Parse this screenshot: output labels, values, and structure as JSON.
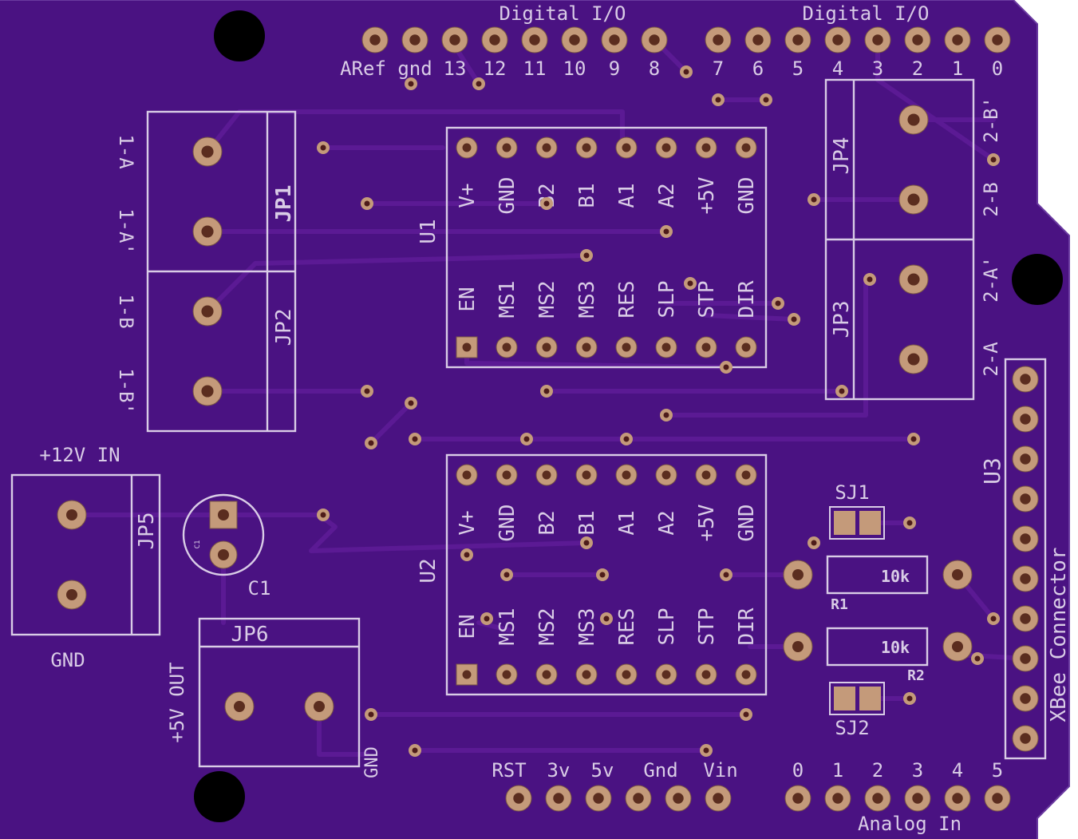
{
  "headers": {
    "digital_left": "Digital I/O",
    "digital_right": "Digital I/O",
    "digital_pins_left": [
      "ARef",
      "gnd",
      "13",
      "12",
      "11",
      "10",
      "9",
      "8"
    ],
    "digital_pins_right": [
      "7",
      "6",
      "5",
      "4",
      "3",
      "2",
      "1",
      "0"
    ],
    "power_pins": [
      "RST",
      "3v",
      "5v",
      "Gnd",
      "Vin"
    ],
    "analog_pins": [
      "0",
      "1",
      "2",
      "3",
      "4",
      "5"
    ],
    "analog_label": "Analog In"
  },
  "terminals": {
    "jp1": "JP1",
    "jp2": "JP2",
    "jp3": "JP3",
    "jp4": "JP4",
    "jp5": "JP5",
    "jp6": "JP6",
    "motor1_labels": [
      "1-A",
      "1-A'",
      "1-B",
      "1-B'"
    ],
    "motor2_labels": [
      "2-B'",
      "2-B",
      "2-A'",
      "2-A"
    ],
    "power_in": "+12V IN",
    "gnd_label": "GND",
    "power_out": "+5V OUT",
    "jp6_gnd": "GND"
  },
  "drivers": {
    "u1": "U1",
    "u2": "U2",
    "top_pins": [
      "V+",
      "GND",
      "B2",
      "B1",
      "A1",
      "A2",
      "+5V",
      "GND"
    ],
    "bottom_pins": [
      "EN",
      "MS1",
      "MS2",
      "MS3",
      "RES",
      "SLP",
      "STP",
      "DIR"
    ]
  },
  "parts": {
    "c1": "C1",
    "c1_mark": "C1",
    "r1": "R1",
    "r2": "R2",
    "r1_value": "10k",
    "r2_value": "10k",
    "sj1": "SJ1",
    "sj2": "SJ2",
    "u3": "U3",
    "xbee": "XBee Connector"
  },
  "colors": {
    "board": "#4a1282",
    "trace": "#5b1a94",
    "silkscreen": "#d9cce6",
    "pad": "#c49a7a"
  }
}
